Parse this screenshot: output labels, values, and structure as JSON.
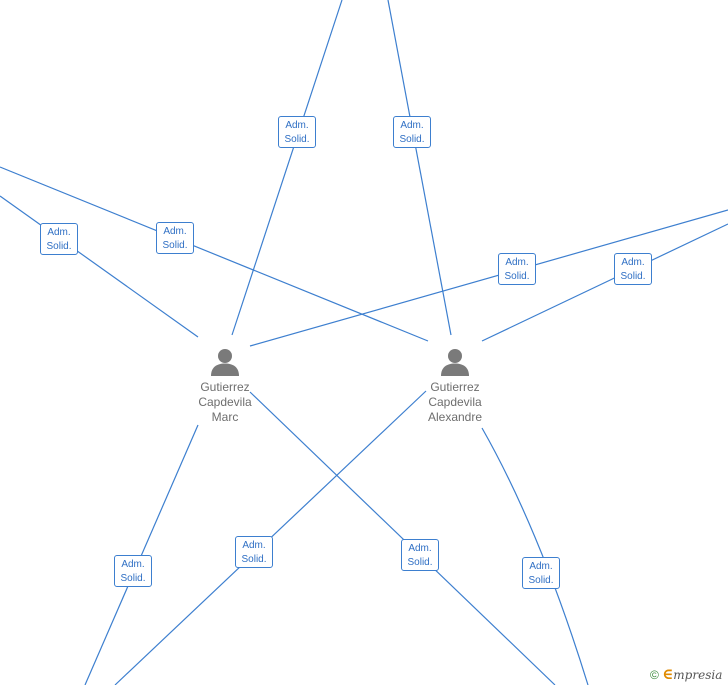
{
  "colors": {
    "edge": "#3d7fcf",
    "label_text": "#2f6fc4",
    "person_icon": "#7a7a7a",
    "person_name": "#6e6e6e"
  },
  "nodes": [
    {
      "id": "marc",
      "name_lines": [
        "Gutierrez",
        "Capdevila",
        "Marc"
      ],
      "icon": "person-icon"
    },
    {
      "id": "alexandre",
      "name_lines": [
        "Gutierrez",
        "Capdevila",
        "Alexandre"
      ],
      "icon": "person-icon"
    }
  ],
  "edge_labels": [
    {
      "line1": "Adm.",
      "line2": "Solid."
    },
    {
      "line1": "Adm.",
      "line2": "Solid."
    },
    {
      "line1": "Adm.",
      "line2": "Solid."
    },
    {
      "line1": "Adm.",
      "line2": "Solid."
    },
    {
      "line1": "Adm.",
      "line2": "Solid."
    },
    {
      "line1": "Adm.",
      "line2": "Solid."
    },
    {
      "line1": "Adm.",
      "line2": "Solid."
    },
    {
      "line1": "Adm.",
      "line2": "Solid."
    },
    {
      "line1": "Adm.",
      "line2": "Solid."
    },
    {
      "line1": "Adm.",
      "line2": "Solid."
    }
  ],
  "watermark": {
    "copyright_symbol": "©",
    "brand_initial": "∈",
    "brand_rest": "mpresia"
  }
}
